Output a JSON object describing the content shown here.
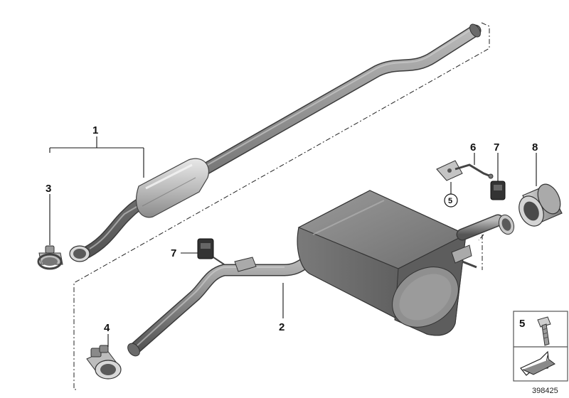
{
  "callouts": {
    "c1": "1",
    "c2": "2",
    "c3": "3",
    "c4": "4",
    "c5": "5",
    "c6": "6",
    "c7a": "7",
    "c7b": "7",
    "c8": "8",
    "legend5": "5"
  },
  "diagram_number": "398425"
}
